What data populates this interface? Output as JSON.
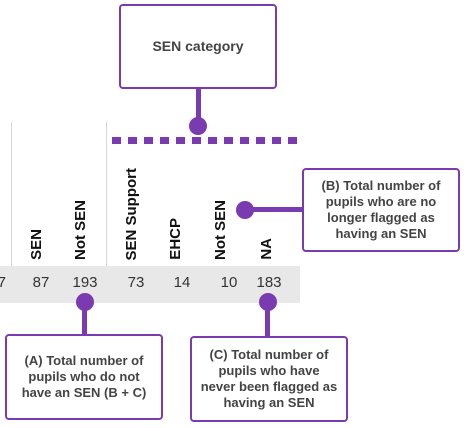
{
  "callouts": {
    "top": "SEN category",
    "b": "(B) Total number of pupils who are no longer flagged as having an SEN",
    "a": "(A) Total number of pupils who do not have an SEN (B + C)",
    "c": "(C) Total number of pupils who have never been flagged as having an SEN"
  },
  "columns": [
    "SEN",
    "Not SEN",
    "SEN Support",
    "EHCP",
    "Not SEN",
    "NA"
  ],
  "values": [
    "7",
    "87",
    "193",
    "73",
    "14",
    "10",
    "183"
  ],
  "colors": {
    "accent": "#7b3bb0",
    "row": "#e8e8e8",
    "grid": "#d6d6d6"
  }
}
